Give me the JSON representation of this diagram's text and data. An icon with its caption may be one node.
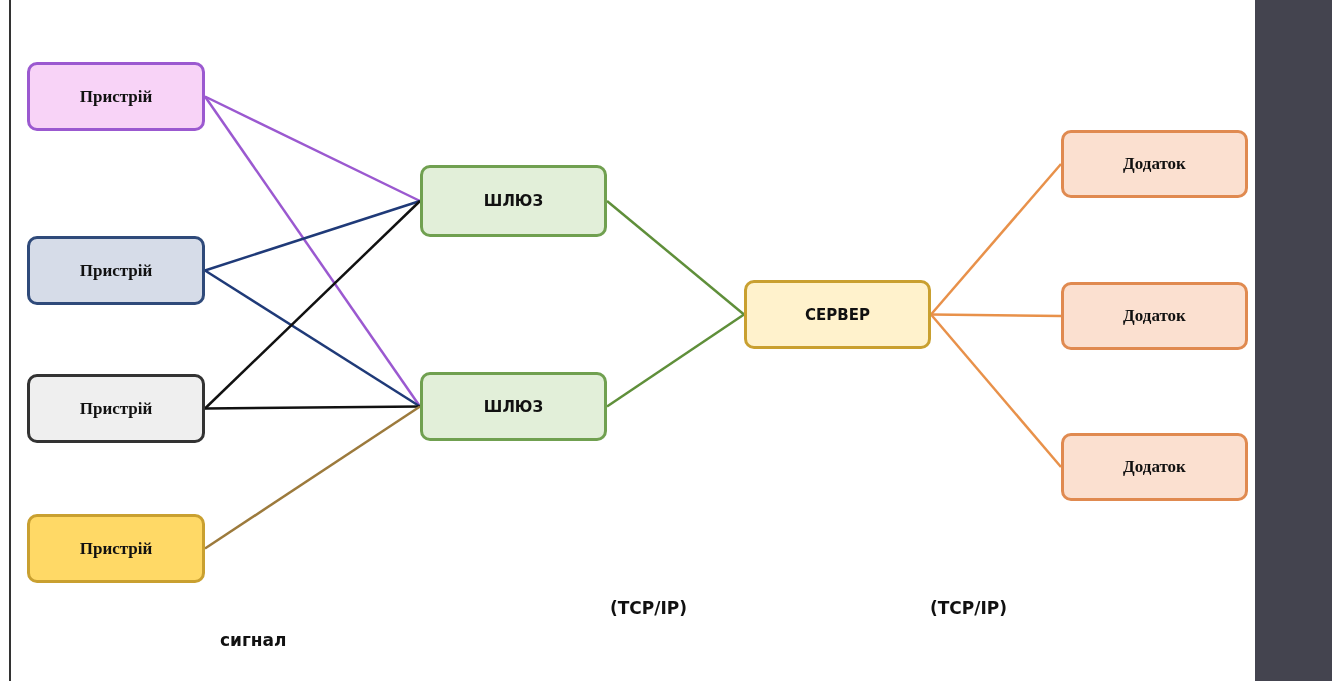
{
  "diagram": {
    "nodes": [
      {
        "text": [
          "Пристрій"
        ]
      },
      {
        "text": [
          "Пристрій"
        ]
      },
      {
        "text": [
          "Пристрій"
        ]
      },
      {
        "text": [
          "Пристрій"
        ]
      },
      {
        "text": [
          "ШЛЮЗ"
        ]
      },
      {
        "text": [
          "ШЛЮЗ"
        ]
      },
      {
        "text": [
          "СЕРВЕР"
        ]
      },
      {
        "text": [
          "Додаток"
        ]
      },
      {
        "text": [
          "Додаток"
        ]
      },
      {
        "text": [
          "Додаток"
        ]
      }
    ],
    "edges": [
      {
        "from": 0,
        "to": 4,
        "arrow": "none",
        "color": "#9b59d0"
      },
      {
        "from": 0,
        "to": 5,
        "arrow": "none",
        "color": "#9b59d0"
      },
      {
        "from": 1,
        "to": 4,
        "arrow": "none",
        "color": "#1f3a78"
      },
      {
        "from": 1,
        "to": 5,
        "arrow": "none",
        "color": "#1f3a78"
      },
      {
        "from": 2,
        "to": 4,
        "arrow": "none",
        "color": "#111111"
      },
      {
        "from": 2,
        "to": 5,
        "arrow": "none",
        "color": "#111111"
      },
      {
        "from": 3,
        "to": 5,
        "arrow": "none",
        "color": "#9c7a3c"
      },
      {
        "from": 4,
        "to": 6,
        "arrow": "none",
        "color": "#5f8f3a"
      },
      {
        "from": 5,
        "to": 6,
        "arrow": "none",
        "color": "#5f8f3a"
      },
      {
        "from": 6,
        "to": 7,
        "arrow": "none",
        "color": "#e8914a"
      },
      {
        "from": 6,
        "to": 8,
        "arrow": "none",
        "color": "#e8914a"
      },
      {
        "from": 6,
        "to": 9,
        "arrow": "none",
        "color": "#e8914a"
      }
    ],
    "labels": [
      "сигнал",
      "(TCP/IP)",
      "(TCP/IP)"
    ]
  }
}
